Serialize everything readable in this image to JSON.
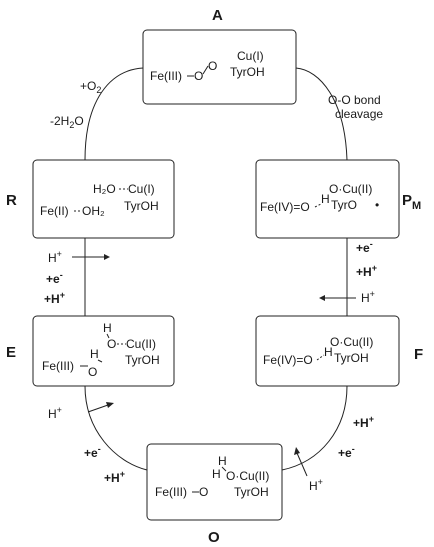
{
  "states": {
    "A": "A",
    "R": "R",
    "PM_main": "P",
    "PM_sub": "M",
    "E": "E",
    "F": "F",
    "O": "O"
  },
  "boxes": {
    "A": {
      "left": "Fe(III)",
      "oxy1": "O",
      "oxy2": "O",
      "metal": "Cu(I)",
      "tyr": "TyrOH"
    },
    "R": {
      "water_cu": "H₂O",
      "cu": "Cu(I)",
      "fe": "Fe(II)",
      "water_fe": "OH₂",
      "tyr": "TyrOH"
    },
    "PM": {
      "fe": "Fe(IV)=O",
      "h": "H",
      "ocu": "O·Cu(II)",
      "tyr": "TyrO",
      "radical": "•"
    },
    "E": {
      "h_top": "H",
      "o_cu": "O",
      "cu": "Cu(II)",
      "fe": "Fe(III)",
      "o_fe": "O",
      "h_fe": "H",
      "tyr": "TyrOH"
    },
    "F": {
      "fe": "Fe(IV)=O",
      "h": "H",
      "ocu": "O·Cu(II)",
      "tyr": "TyrOH"
    },
    "O": {
      "h1": "H",
      "h2": "H",
      "ocu": "O·Cu(II)",
      "fe": "Fe(III)",
      "o_fe": "O",
      "tyr": "TyrOH"
    }
  },
  "reagents": {
    "o2_pre": "+O",
    "o2_sub": "2",
    "water_pre": "-2H",
    "water_sub": "2",
    "water_post": "O",
    "oo_line1": "O-O bond",
    "oo_line2": "cleavage",
    "r_h": "H",
    "r_h_sup": "+",
    "r_e": "+e",
    "r_e_sup": "-",
    "r_hp": "+H",
    "r_hp_sup": "+",
    "pm_e": "+e",
    "pm_e_sup": "-",
    "pm_hp": "+H",
    "pm_hp_sup": "+",
    "pm_h": "H",
    "pm_h_sup": "+",
    "e_h": "H",
    "e_h_sup": "+",
    "e_e": "+e",
    "e_e_sup": "-",
    "e_hp": "+H",
    "e_hp_sup": "+",
    "f_hp": "+H",
    "f_hp_sup": "+",
    "f_e": "+e",
    "f_e_sup": "-",
    "f_h": "H",
    "f_h_sup": "+"
  },
  "colors": {
    "ink": "#1a1a1a",
    "line": "#222222",
    "background": "#ffffff"
  }
}
